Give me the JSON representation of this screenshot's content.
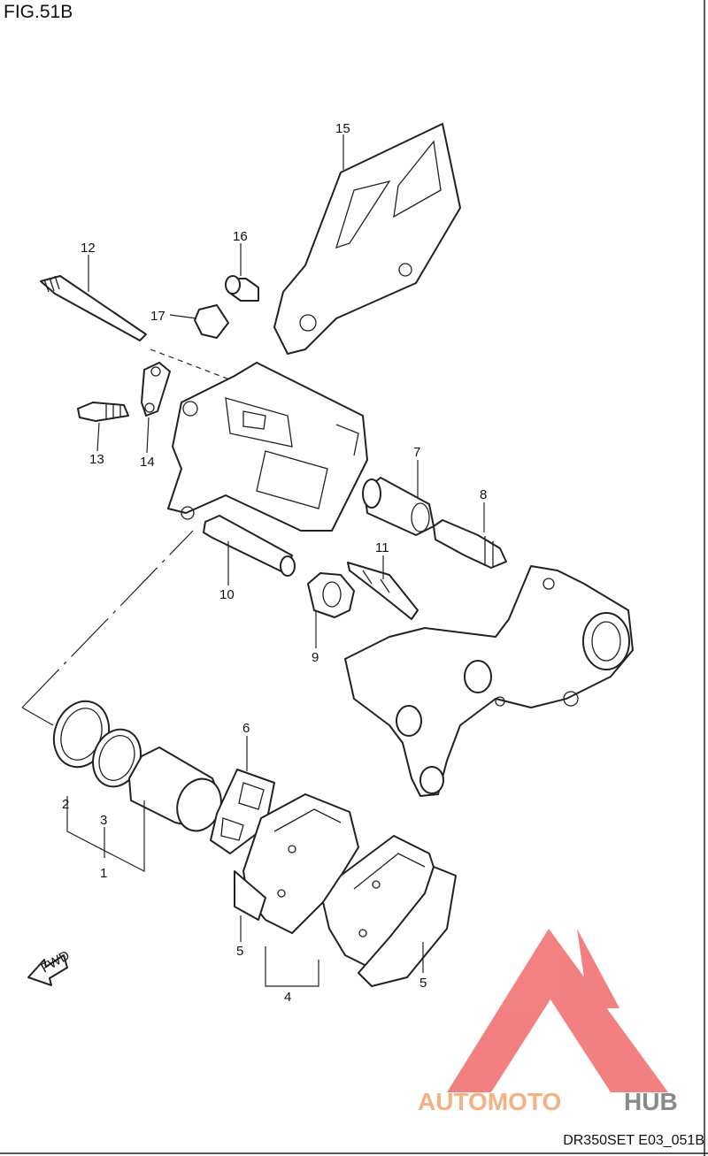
{
  "figure": {
    "title": "FIG.51B",
    "code": "DR350SET E03_051B"
  },
  "callouts": [
    "1",
    "2",
    "3",
    "4",
    "5",
    "5",
    "6",
    "7",
    "8",
    "9",
    "10",
    "11",
    "12",
    "13",
    "14",
    "15",
    "16",
    "17"
  ],
  "fwd_label": "FWD",
  "watermark": {
    "part1": "AUTOMOTO",
    "part2": "HUB",
    "color1": "#f4b183",
    "color2": "#8a8a8a",
    "logo_color": "#f26b6b"
  }
}
